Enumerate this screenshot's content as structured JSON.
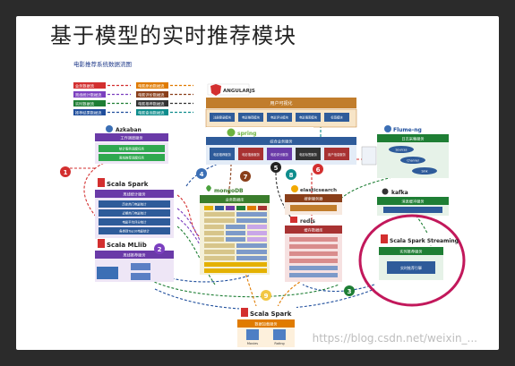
{
  "slide": {
    "title": "基于模型的实时推荐模块",
    "diagram_title": "电影推荐系统数据流图",
    "watermark": "https://blog.csdn.net/weixin_..."
  },
  "legend": {
    "items": [
      {
        "label": "业务数据流",
        "color": "#d32f2f"
      },
      {
        "label": "离线统计数据流",
        "color": "#7b3fbf"
      },
      {
        "label": "实时数据流",
        "color": "#1e7e34"
      },
      {
        "label": "推荐结果数据流",
        "color": "#1f4e9c"
      },
      {
        "label": "电影原始数据流",
        "color": "#e07b00"
      },
      {
        "label": "电影评价数据流",
        "color": "#8a3f1a"
      },
      {
        "label": "电影推荐数据流",
        "color": "#333333"
      },
      {
        "label": "电影查询数据流",
        "color": "#0e8c8c"
      }
    ]
  },
  "nodes": {
    "angularjs": "ANGULARJS",
    "user_interface": "用户可视化",
    "frontend_modules": [
      "注册登录模块",
      "电影推荐模块",
      "电影评分模块",
      "电影搜索模块",
      "标签模块"
    ],
    "azkaban": "Azkaban",
    "azkaban_sub": "工作调度服务",
    "azkaban_jobs": [
      "统计服务调度任务",
      "离线推荐调度任务"
    ],
    "spring": "spring",
    "spring_sub": "综合业务服务",
    "spring_modules": [
      "电影推荐服务",
      "电影搜索服务",
      "电影评分服务",
      "电影标签服务",
      "用户信息服务"
    ],
    "flume": "Flume-ng",
    "flume_sub": "日志采集服务",
    "flume_items": [
      "Sources",
      "Channel",
      "Sink"
    ],
    "scala_spark_1": "Scala Spark",
    "stat_service": "离线统计服务",
    "stat_items": [
      "历史热门电影统计",
      "近期热门电影统计",
      "电影平均评分统计",
      "各类别Top10电影统计"
    ],
    "scala_mllib": "Scala MLlib",
    "offline_rec": "离线推荐服务",
    "mongodb": "mongoDB",
    "mongodb_sub": "业务数据库",
    "elasticsearch": "elasticsearch",
    "es_sub": "搜索服务器",
    "redis": "redis",
    "redis_sub": "缓存数据库",
    "kafka": "kafka",
    "kafka_sub": "消息缓冲服务",
    "streaming": "Scala Spark Streaming",
    "realtime_rec": "实时推荐服务",
    "realtime_engine": "实时推荐引擎",
    "scala_spark_bottom": "Scala Spark",
    "data_loader": "数据加载服务",
    "bottom_files": [
      "Movies",
      "Rating"
    ]
  },
  "badges": [
    "1",
    "2",
    "3",
    "4",
    "5",
    "6",
    "7",
    "8",
    "9"
  ]
}
